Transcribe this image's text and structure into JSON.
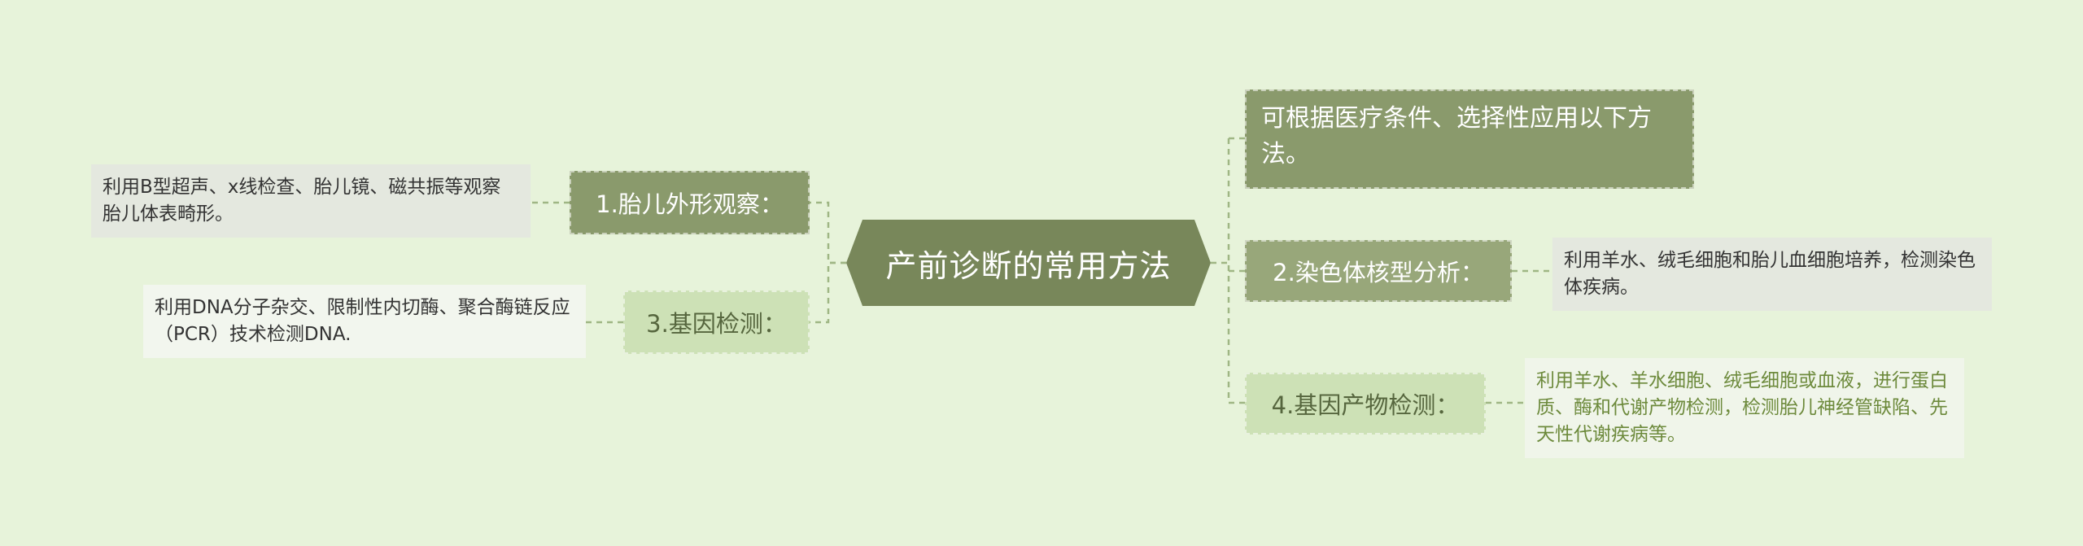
{
  "center": {
    "title": "产前诊断的常用方法"
  },
  "branches": [
    {
      "label": "可根据医疗条件、选择性应用以下方法。"
    },
    {
      "label": "1.胎儿外形观察："
    },
    {
      "label": "2.染色体核型分析："
    },
    {
      "label": "3.基因检测："
    },
    {
      "label": "4.基因产物检测："
    }
  ],
  "leaves": [
    {
      "text": "利用B型超声、x线检查、胎儿镜、磁共振等观察胎儿体表畸形。"
    },
    {
      "text": "利用羊水、绒毛细胞和胎儿血细胞培养，检测染色体疾病。"
    },
    {
      "text": "利用DNA分子杂交、限制性内切酶、聚合酶链反应（PCR）技术检测DNA."
    },
    {
      "text": "利用羊水、羊水细胞、绒毛细胞或血液，进行蛋白质、酶和代谢产物检测，检测胎儿神经管缺陷、先天性代谢疾病等。"
    }
  ],
  "colors": {
    "background": "#e7f3da",
    "center": "#78875a",
    "branch_dark": "#8a9a6c",
    "branch_light": "#cde1b6",
    "connector": "#9fb684"
  }
}
